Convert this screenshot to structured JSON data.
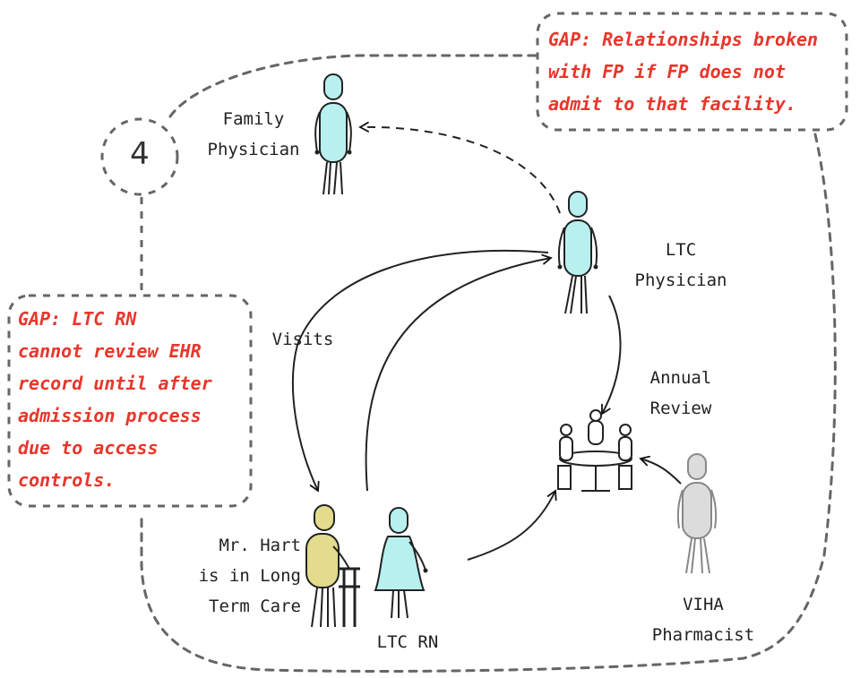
{
  "step_number": "4",
  "labels": {
    "family_physician": [
      "Family",
      "Physician"
    ],
    "ltc_physician": [
      "LTC",
      "Physician"
    ],
    "visits": "Visits",
    "annual_review": [
      "Annual",
      "Review"
    ],
    "mr_hart": [
      "Mr. Hart",
      "is in Long",
      "Term Care"
    ],
    "ltc_rn": "LTC RN",
    "viha_pharmacist": [
      "VIHA",
      "Pharmacist"
    ]
  },
  "gaps": {
    "top": [
      "GAP: Relationships broken",
      "with FP if FP does not",
      "admit to that facility."
    ],
    "left": [
      "GAP: LTC RN",
      "cannot review EHR",
      "record until after",
      "admission process",
      "due to access",
      "controls."
    ]
  },
  "colors": {
    "physician_fill": "#b8f0f0",
    "patient_fill": "#e2dc8c",
    "pharmacist_fill": "#dcdcdc",
    "gap_text": "#e8362c",
    "line": "#555555"
  }
}
